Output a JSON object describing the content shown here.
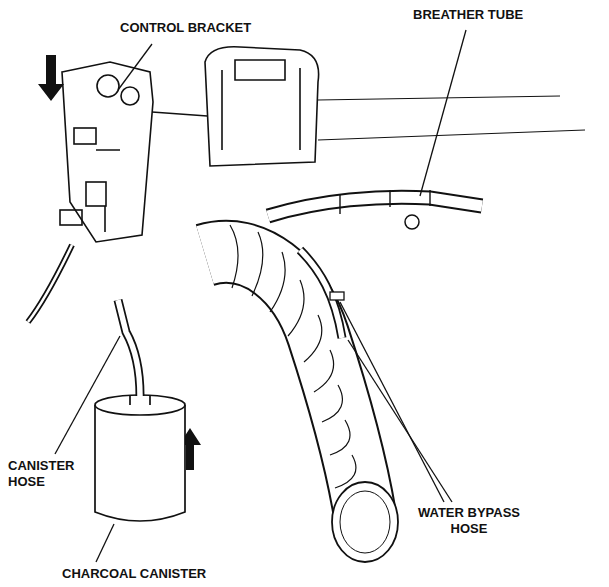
{
  "diagram": {
    "labels": [
      "CONTROL BRACKET",
      "BREATHER TUBE",
      "CANISTER HOSE",
      "CHARCOAL CANISTER",
      "WATER BYPASS HOSE"
    ]
  }
}
